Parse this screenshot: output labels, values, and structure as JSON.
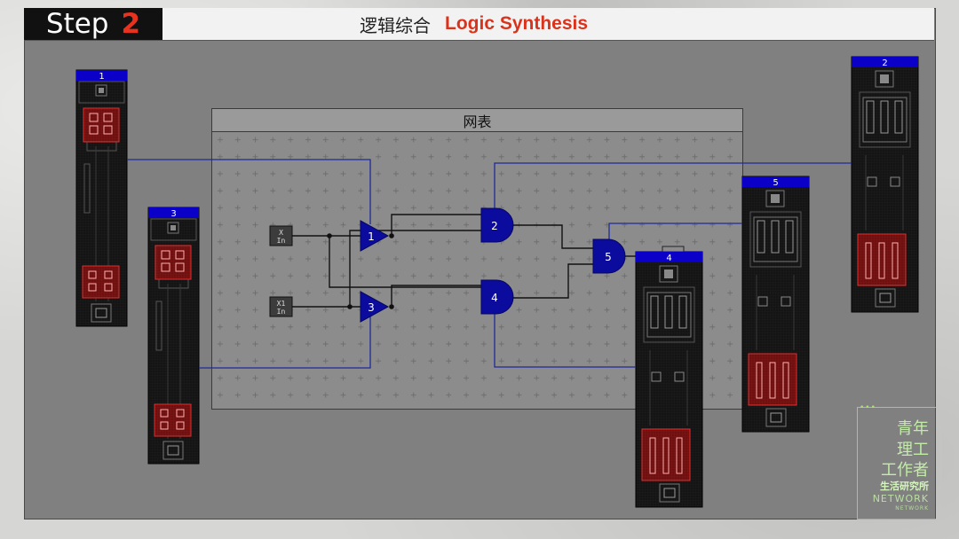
{
  "header": {
    "step_word": "Step",
    "step_number": "2",
    "title_cn": "逻辑综合",
    "title_en": "Logic Synthesis"
  },
  "netlist": {
    "title": "网表",
    "inputs": [
      "X\nIn",
      "X1\nIn"
    ],
    "gates": [
      {
        "id": "1",
        "type": "not"
      },
      {
        "id": "3",
        "type": "not"
      },
      {
        "id": "2",
        "type": "and"
      },
      {
        "id": "4",
        "type": "and"
      },
      {
        "id": "5",
        "type": "and"
      }
    ]
  },
  "cells": [
    {
      "id": "1",
      "label": "1"
    },
    {
      "id": "3",
      "label": "3"
    },
    {
      "id": "2",
      "label": "2"
    },
    {
      "id": "5",
      "label": "5"
    },
    {
      "id": "4",
      "label": "4"
    }
  ],
  "watermark": {
    "line1": "青年",
    "line2": "理工",
    "line3": "工作者",
    "line4": "生活研究所",
    "line5": "NETWORK",
    "line6": "NETWORK",
    "dots": "•••"
  },
  "colors": {
    "gate_fill": "#0b0b9e",
    "wire": "#1e2a9a",
    "cell_header": "#0a00c8",
    "accent_red": "#d9331c",
    "cell_bg": "#151515"
  }
}
